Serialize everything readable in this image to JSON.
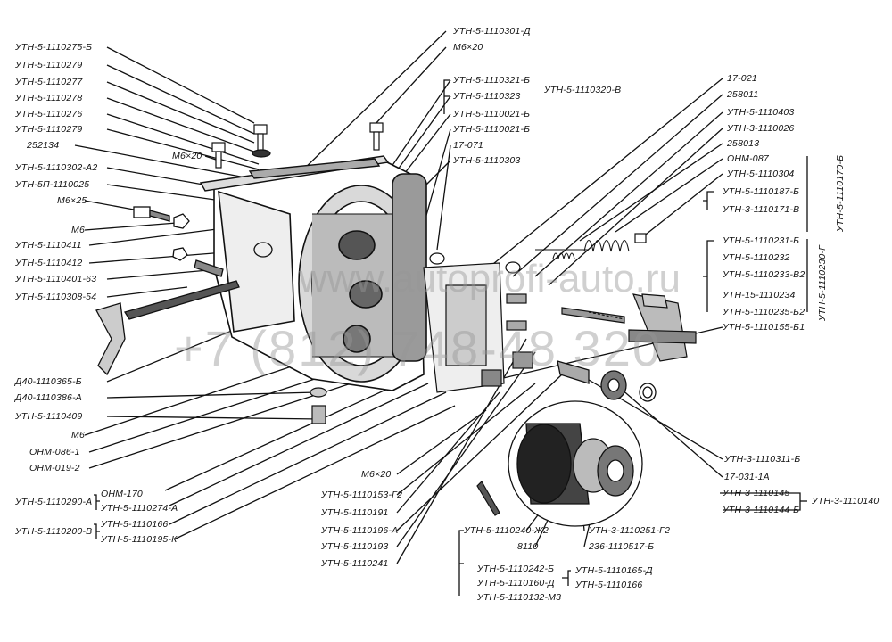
{
  "labels_left": [
    "УТН-5-1110275-Б",
    "УТН-5-1110279",
    "УТН-5-1110277",
    "УТН-5-1110278",
    "УТН-5-1110276",
    "УТН-5-1110279",
    "252134",
    "М6×20",
    "УТН-5-1110302-А2",
    "УТН-5П-1110025",
    "М6×25",
    "М6",
    "УТН-5-1110411",
    "УТН-5-1110412",
    "УТН-5-1110401-63",
    "УТН-5-1110308-54",
    "Д40-1110365-Б",
    "Д40-1110386-А",
    "УТН-5-1110409",
    "М6",
    "ОНМ-086-1",
    "ОНМ-019-2"
  ],
  "group_left_1": {
    "key": "УТН-5-1110290-А",
    "items": [
      "ОНМ-170",
      "УТН-5-1110274-А"
    ]
  },
  "group_left_2": {
    "key": "УТН-5-1110200-В",
    "items": [
      "УТН-5-1110166",
      "УТН-5-1110195-К"
    ]
  },
  "labels_top": [
    "УТН-5-1110301-Д",
    "М6×20"
  ],
  "group_top": {
    "key": "УТН-5-1110320-В",
    "items": [
      "УТН-5-1110321-Б",
      "УТН-5-1110323",
      "УТН-5-1110021-Б"
    ]
  },
  "labels_top_mid": [
    "УТН-5-1110021-Б",
    "17-071",
    "УТН-5-1110303"
  ],
  "labels_right": [
    "17-021",
    "258011",
    "УТН-5-1110403",
    "УТН-3-1110026",
    "258013",
    "ОНМ-087",
    "УТН-5-1110304"
  ],
  "group_right_1": {
    "key": "УТН-5-1110170-Б",
    "items": [
      "УТН-5-1110187-Б",
      "УТН-3-1110171-В"
    ]
  },
  "group_right_2": {
    "key": "УТН-5-1110230-Г",
    "items": [
      "УТН-5-1110231-Б",
      "УТН-5-1110232",
      "УТН-5-1110233-В2",
      "УТН-15-1110234",
      "УТН-5-1110235-Б2"
    ]
  },
  "label_right_last": "УТН-5-1110155-Б1",
  "labels_right_low": [
    "УТН-3-1110311-Б",
    "17-031-1А"
  ],
  "group_right_3": {
    "key": "УТН-3-1110140",
    "items": [
      "УТН-3-1110145",
      "УТН-3-1110144-Б"
    ]
  },
  "labels_bottom": [
    "М6×20",
    "УТН-5-1110153-Г2",
    "УТН-5-1110191",
    "УТН-5-1110196-А",
    "УТН-5-1110193",
    "УТН-5-1110241"
  ],
  "labels_bottom_mid": [
    "УТН-5-1110240-Ж2",
    "8110",
    "УТН-3-1110251-Г2",
    "236-1110517-Б"
  ],
  "group_bottom_1": {
    "items": [
      "УТН-5-1110242-Б",
      "УТН-5-1110160-Д",
      "УТН-5-1110132-М3"
    ]
  },
  "group_bottom_2": {
    "items": [
      "УТН-5-1110165-Д",
      "УТН-5-1110166"
    ]
  },
  "watermark": {
    "site": "www.autoprofi-auto.ru",
    "phone": "+7 (812) 748-48 320"
  }
}
